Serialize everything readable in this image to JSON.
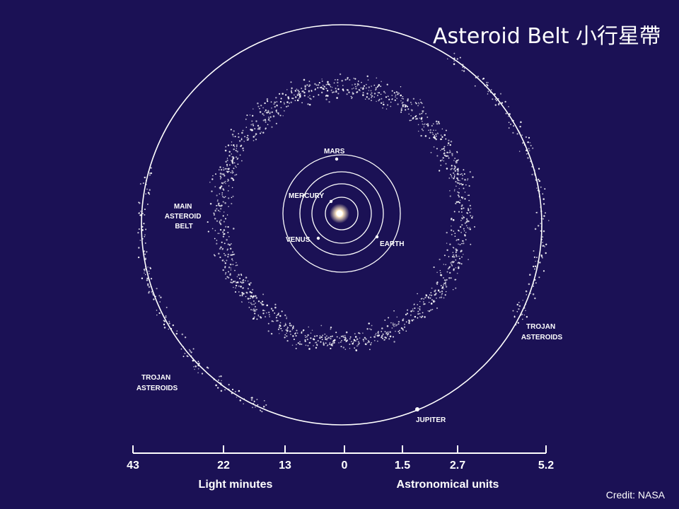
{
  "title": "Asteroid Belt 小行星帶",
  "credit": "Credit: NASA",
  "colors": {
    "background": "#1b1155",
    "foreground": "#ffffff",
    "sun": "#fff4d6"
  },
  "labels": {
    "mars": "MARS",
    "mercury": "MERCURY",
    "venus": "VENUS",
    "earth": "EARTH",
    "jupiter": "JUPITER",
    "main_belt": [
      "MAIN",
      "ASTEROID",
      "BELT"
    ],
    "trojan_right": [
      "TROJAN",
      "ASTEROIDS"
    ],
    "trojan_left": [
      "TROJAN",
      "ASTEROIDS"
    ]
  },
  "scale": {
    "light_minutes": {
      "title": "Light minutes",
      "ticks": [
        "43",
        "22",
        "13",
        "0"
      ]
    },
    "astronomical_units": {
      "title": "Astronomical units",
      "ticks": [
        "1.5",
        "2.7",
        "5.2"
      ]
    }
  }
}
